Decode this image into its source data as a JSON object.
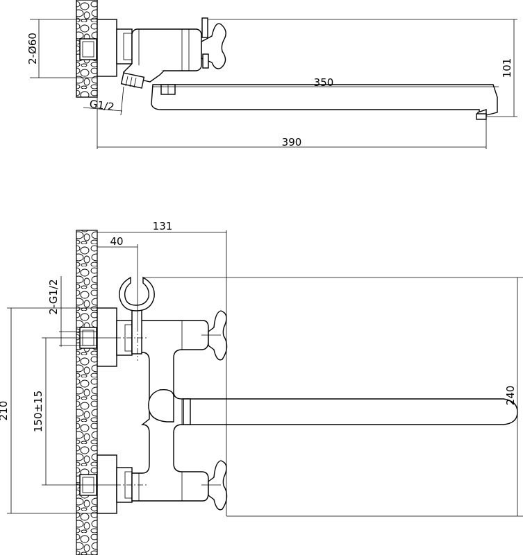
{
  "drawing": {
    "top_view": {
      "dims": {
        "flange": "2-Ø60",
        "spout_reach": "350",
        "overall_length": "390",
        "height": "101",
        "inlet_thread": "G1/2"
      }
    },
    "front_view": {
      "dims": {
        "handle_offset": "131",
        "holder_offset": "40",
        "inlet_thread": "2-G1/2",
        "total_height": "210",
        "center_distance": "150±15",
        "holder_height": "240"
      }
    }
  },
  "colors": {
    "stroke": "#000000",
    "background": "#ffffff"
  }
}
